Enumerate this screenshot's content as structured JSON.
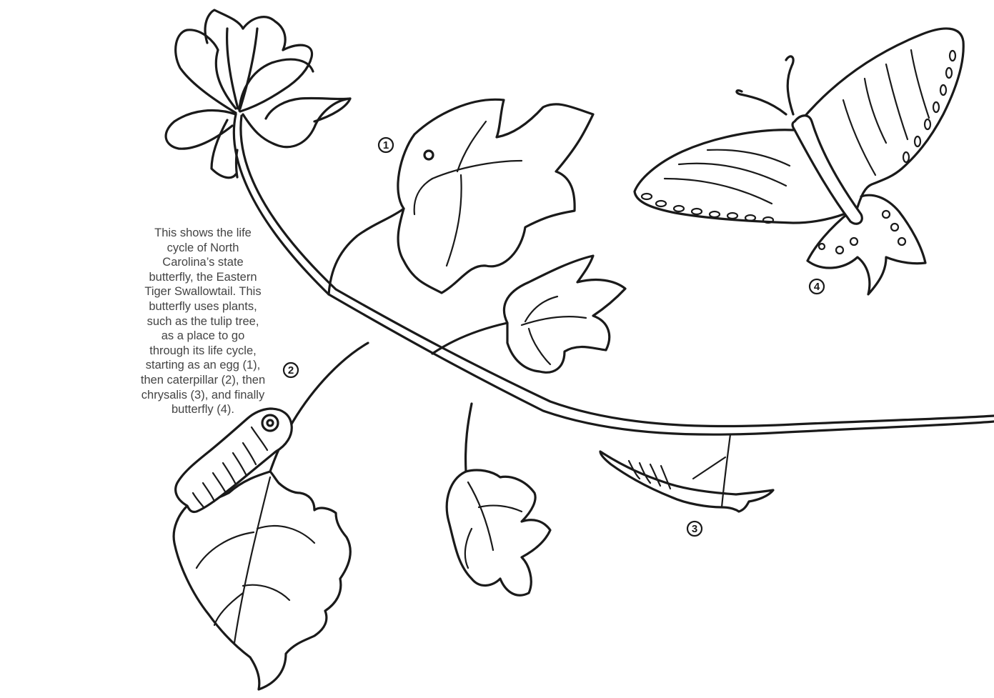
{
  "caption": "This shows the life cycle of North Carolina’s state butterfly, the Eastern Tiger Swallowtail. This butterfly uses plants, such as the tulip tree, as a place to go through its life cycle, starting as an egg (1), then caterpillar (2), then chrysalis (3), and finally butterfly (4).",
  "stage_markers": [
    {
      "number": "1",
      "stage": "egg"
    },
    {
      "number": "2",
      "stage": "caterpillar"
    },
    {
      "number": "3",
      "stage": "chrysalis"
    },
    {
      "number": "4",
      "stage": "butterfly"
    }
  ],
  "colors": {
    "ink": "#1a1a1a",
    "caption_text": "#444444",
    "background": "#ffffff"
  }
}
